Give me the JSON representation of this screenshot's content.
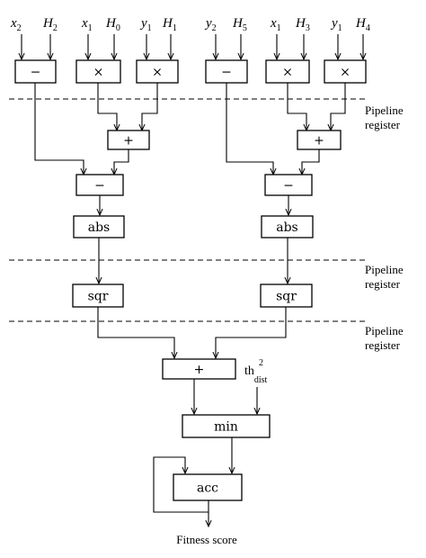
{
  "inputs": {
    "left": [
      {
        "base": "x",
        "sub": "2"
      },
      {
        "base": "H",
        "sub": "2"
      },
      {
        "base": "x",
        "sub": "1"
      },
      {
        "base": "H",
        "sub": "0"
      },
      {
        "base": "y",
        "sub": "1"
      },
      {
        "base": "H",
        "sub": "1"
      }
    ],
    "right": [
      {
        "base": "y",
        "sub": "2"
      },
      {
        "base": "H",
        "sub": "5"
      },
      {
        "base": "x",
        "sub": "1"
      },
      {
        "base": "H",
        "sub": "3"
      },
      {
        "base": "y",
        "sub": "1"
      },
      {
        "base": "H",
        "sub": "4"
      }
    ]
  },
  "ops": {
    "minus": "−",
    "times": "×",
    "plus": "+",
    "abs": "abs",
    "sqr": "sqr",
    "min": "min",
    "acc": "acc"
  },
  "pipeline_labels": [
    {
      "line1": "Pipeline",
      "line2": "register"
    },
    {
      "line1": "Pipeline",
      "line2": "register"
    },
    {
      "line1": "Pipeline",
      "line2": "register"
    }
  ],
  "threshold": {
    "base": "th",
    "sup": "2",
    "sub": "dist"
  },
  "output_label": "Fitness score"
}
